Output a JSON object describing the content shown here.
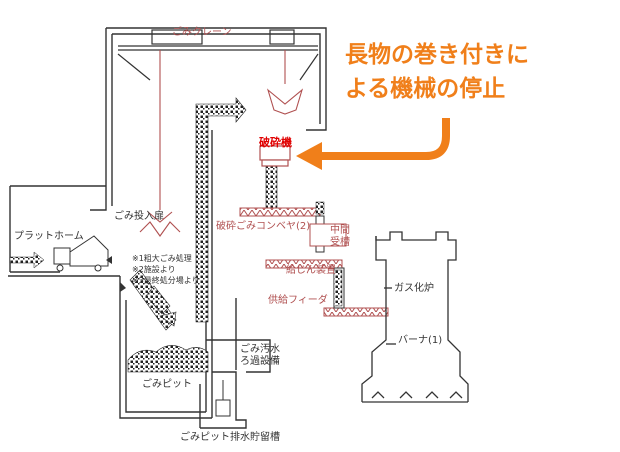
{
  "callout": {
    "line1": "長物の巻き付きに",
    "line2": "よる機械の停止",
    "color": "#f07f1a"
  },
  "labels": {
    "crane": "ごみクレーン",
    "crusher": "破砕機",
    "intake_door": "ごみ投入扉",
    "platform": "プラットホーム",
    "crushed_conveyor": "破砕ごみコンベヤ(2)",
    "hopper_line1": "中間",
    "hopper_line2": "受槽",
    "feeder_device": "給じん装置",
    "supply_feeder": "供給フィーダ",
    "gasifier": "ガス化炉",
    "burner": "バーナ(1)",
    "waste_pit": "ごみピット",
    "drain_tank": "ごみピット排水貯留槽",
    "sewage_line1": "ごみ汚水",
    "sewage_line2": "ろ過設備"
  },
  "notes": {
    "n1": "※1粗大ごみ処理",
    "n2": "※2施設より",
    "n3": "※3最終処分場より"
  },
  "colors": {
    "line": "#333333",
    "process_red": "#b05050",
    "crusher_red": "#e00000",
    "arrow_orange": "#f07f1a"
  }
}
